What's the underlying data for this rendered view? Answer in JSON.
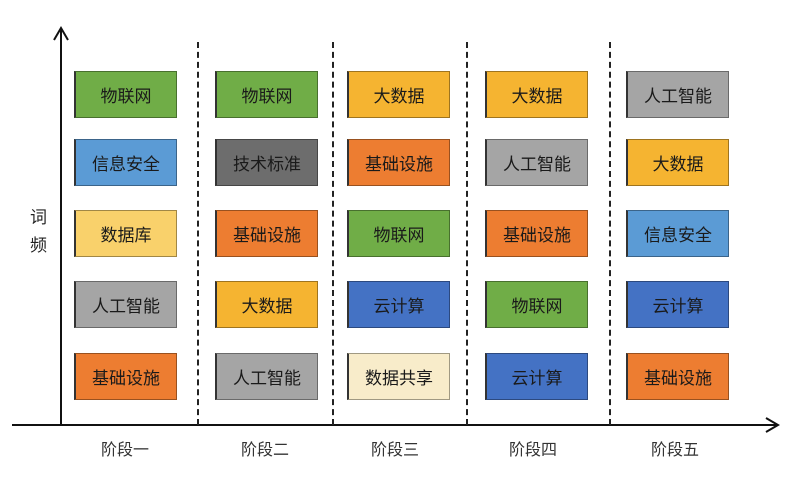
{
  "y_axis_label": [
    "词",
    "频"
  ],
  "colors": {
    "物联网": "#70ad47",
    "信息安全": "#5b9bd5",
    "数据库": "#f9d16b",
    "人工智能": "#a5a5a5",
    "基础设施": "#ed7d31",
    "技术标准": "#6d6d6d",
    "大数据": "#f5b431",
    "云计算": "#4472c4",
    "数据共享": "#f8ecca"
  },
  "stages": [
    {
      "label": "阶段一",
      "items": [
        "物联网",
        "信息安全",
        "数据库",
        "人工智能",
        "基础设施"
      ]
    },
    {
      "label": "阶段二",
      "items": [
        "物联网",
        "技术标准",
        "基础设施",
        "大数据",
        "人工智能"
      ]
    },
    {
      "label": "阶段三",
      "items": [
        "大数据",
        "基础设施",
        "物联网",
        "云计算",
        "数据共享"
      ]
    },
    {
      "label": "阶段四",
      "items": [
        "大数据",
        "人工智能",
        "基础设施",
        "物联网",
        "云计算"
      ]
    },
    {
      "label": "阶段五",
      "items": [
        "人工智能",
        "大数据",
        "信息安全",
        "云计算",
        "基础设施"
      ]
    }
  ]
}
